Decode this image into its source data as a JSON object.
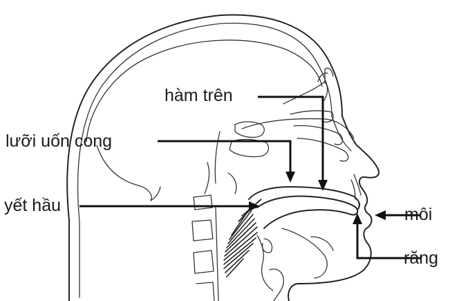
{
  "labels": {
    "upper_jaw": "hàm trên",
    "curled_tongue": "lưỡi uốn cong",
    "pharynx": "yết hầu",
    "lips": "môi",
    "teeth": "răng"
  }
}
